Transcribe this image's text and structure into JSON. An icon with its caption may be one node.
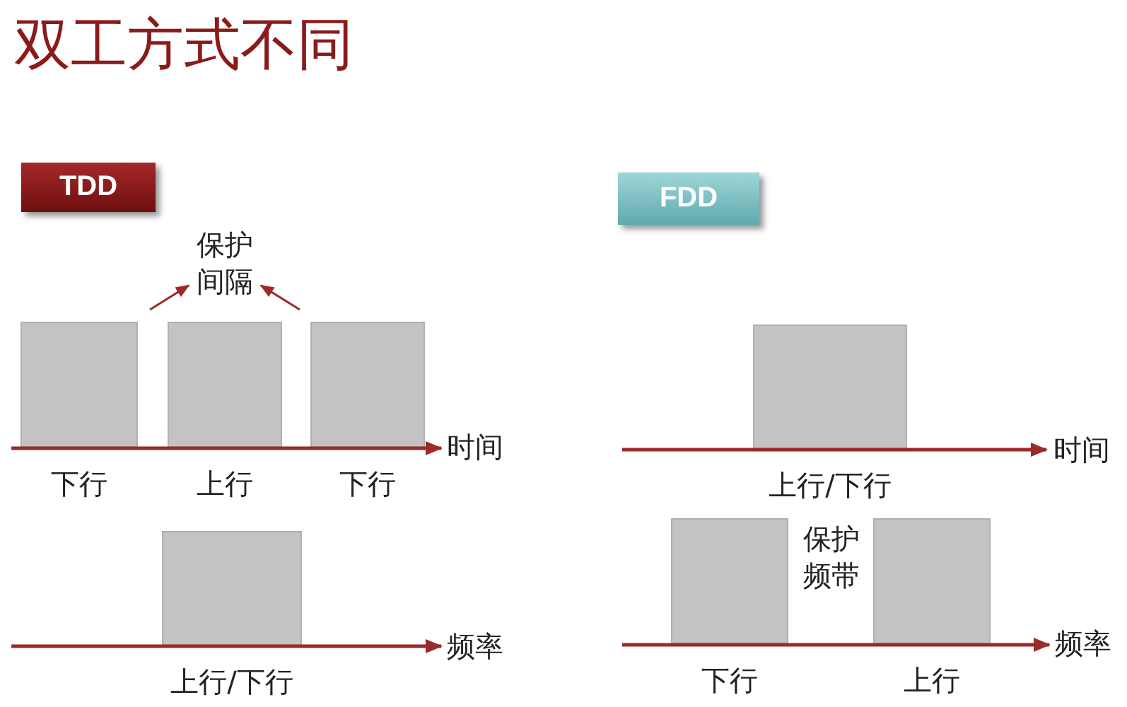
{
  "diagram": {
    "title": "双工方式不同",
    "nodes": [
      {
        "text": [
          "TDD"
        ]
      },
      {
        "text": [
          "FDD"
        ]
      },
      {
        "text": [
          "保护间隔"
        ]
      },
      {
        "text": [],
        "shape": "box",
        "beside": [
          "下行"
        ]
      },
      {
        "text": [],
        "shape": "box",
        "beside": [
          "上行"
        ]
      },
      {
        "text": [],
        "shape": "box",
        "beside": [
          "下行"
        ]
      },
      {
        "text": [],
        "shape": "box",
        "beside": [
          "上行/下行"
        ]
      },
      {
        "text": [],
        "shape": "box",
        "beside": [
          "上行/下行"
        ]
      },
      {
        "text": [],
        "shape": "box",
        "beside": [
          "下行"
        ]
      },
      {
        "text": [],
        "shape": "box",
        "beside": [
          "上行"
        ]
      }
    ],
    "edges": [
      {
        "from": null,
        "to": 2,
        "arrow": "to"
      },
      {
        "from": null,
        "to": 2,
        "arrow": "to"
      }
    ],
    "labels": [
      "时间",
      "频率",
      "时间",
      "保护频带",
      "频率"
    ]
  }
}
